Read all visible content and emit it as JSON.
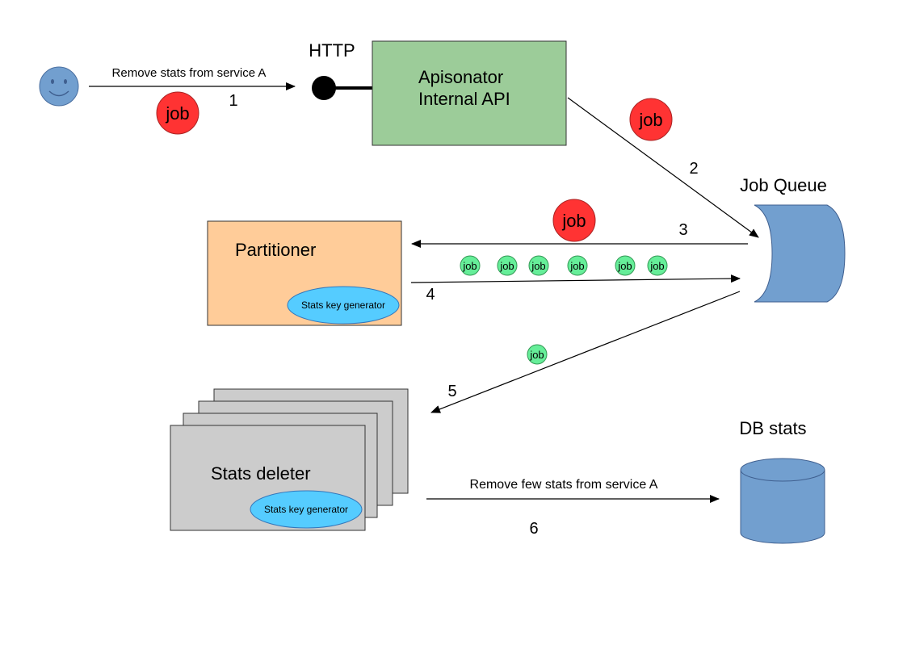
{
  "actor": {
    "icon": "smiley-user-icon"
  },
  "labels": {
    "http": "HTTP",
    "api_line1": "Apisonator",
    "api_line2": "Internal API",
    "job_queue": "Job Queue",
    "partitioner": "Partitioner",
    "stats_key_generator": "Stats key generator",
    "stats_deleter": "Stats deleter",
    "db_stats": "DB stats"
  },
  "arrows": {
    "a1_label": "Remove stats from service A",
    "a1_step": "1",
    "a2_step": "2",
    "a3_step": "3",
    "a4_step": "4",
    "a5_step": "5",
    "a6_label": "Remove few stats from service A",
    "a6_step": "6"
  },
  "job_token": "job",
  "colors": {
    "api_fill": "#9ccc99",
    "partitioner_fill": "#ffcc99",
    "deleter_fill": "#cccccc",
    "queue_fill": "#729fcf",
    "job_red": "#ff3333",
    "job_green": "#66ee99",
    "keygen_fill": "#55ccff"
  }
}
